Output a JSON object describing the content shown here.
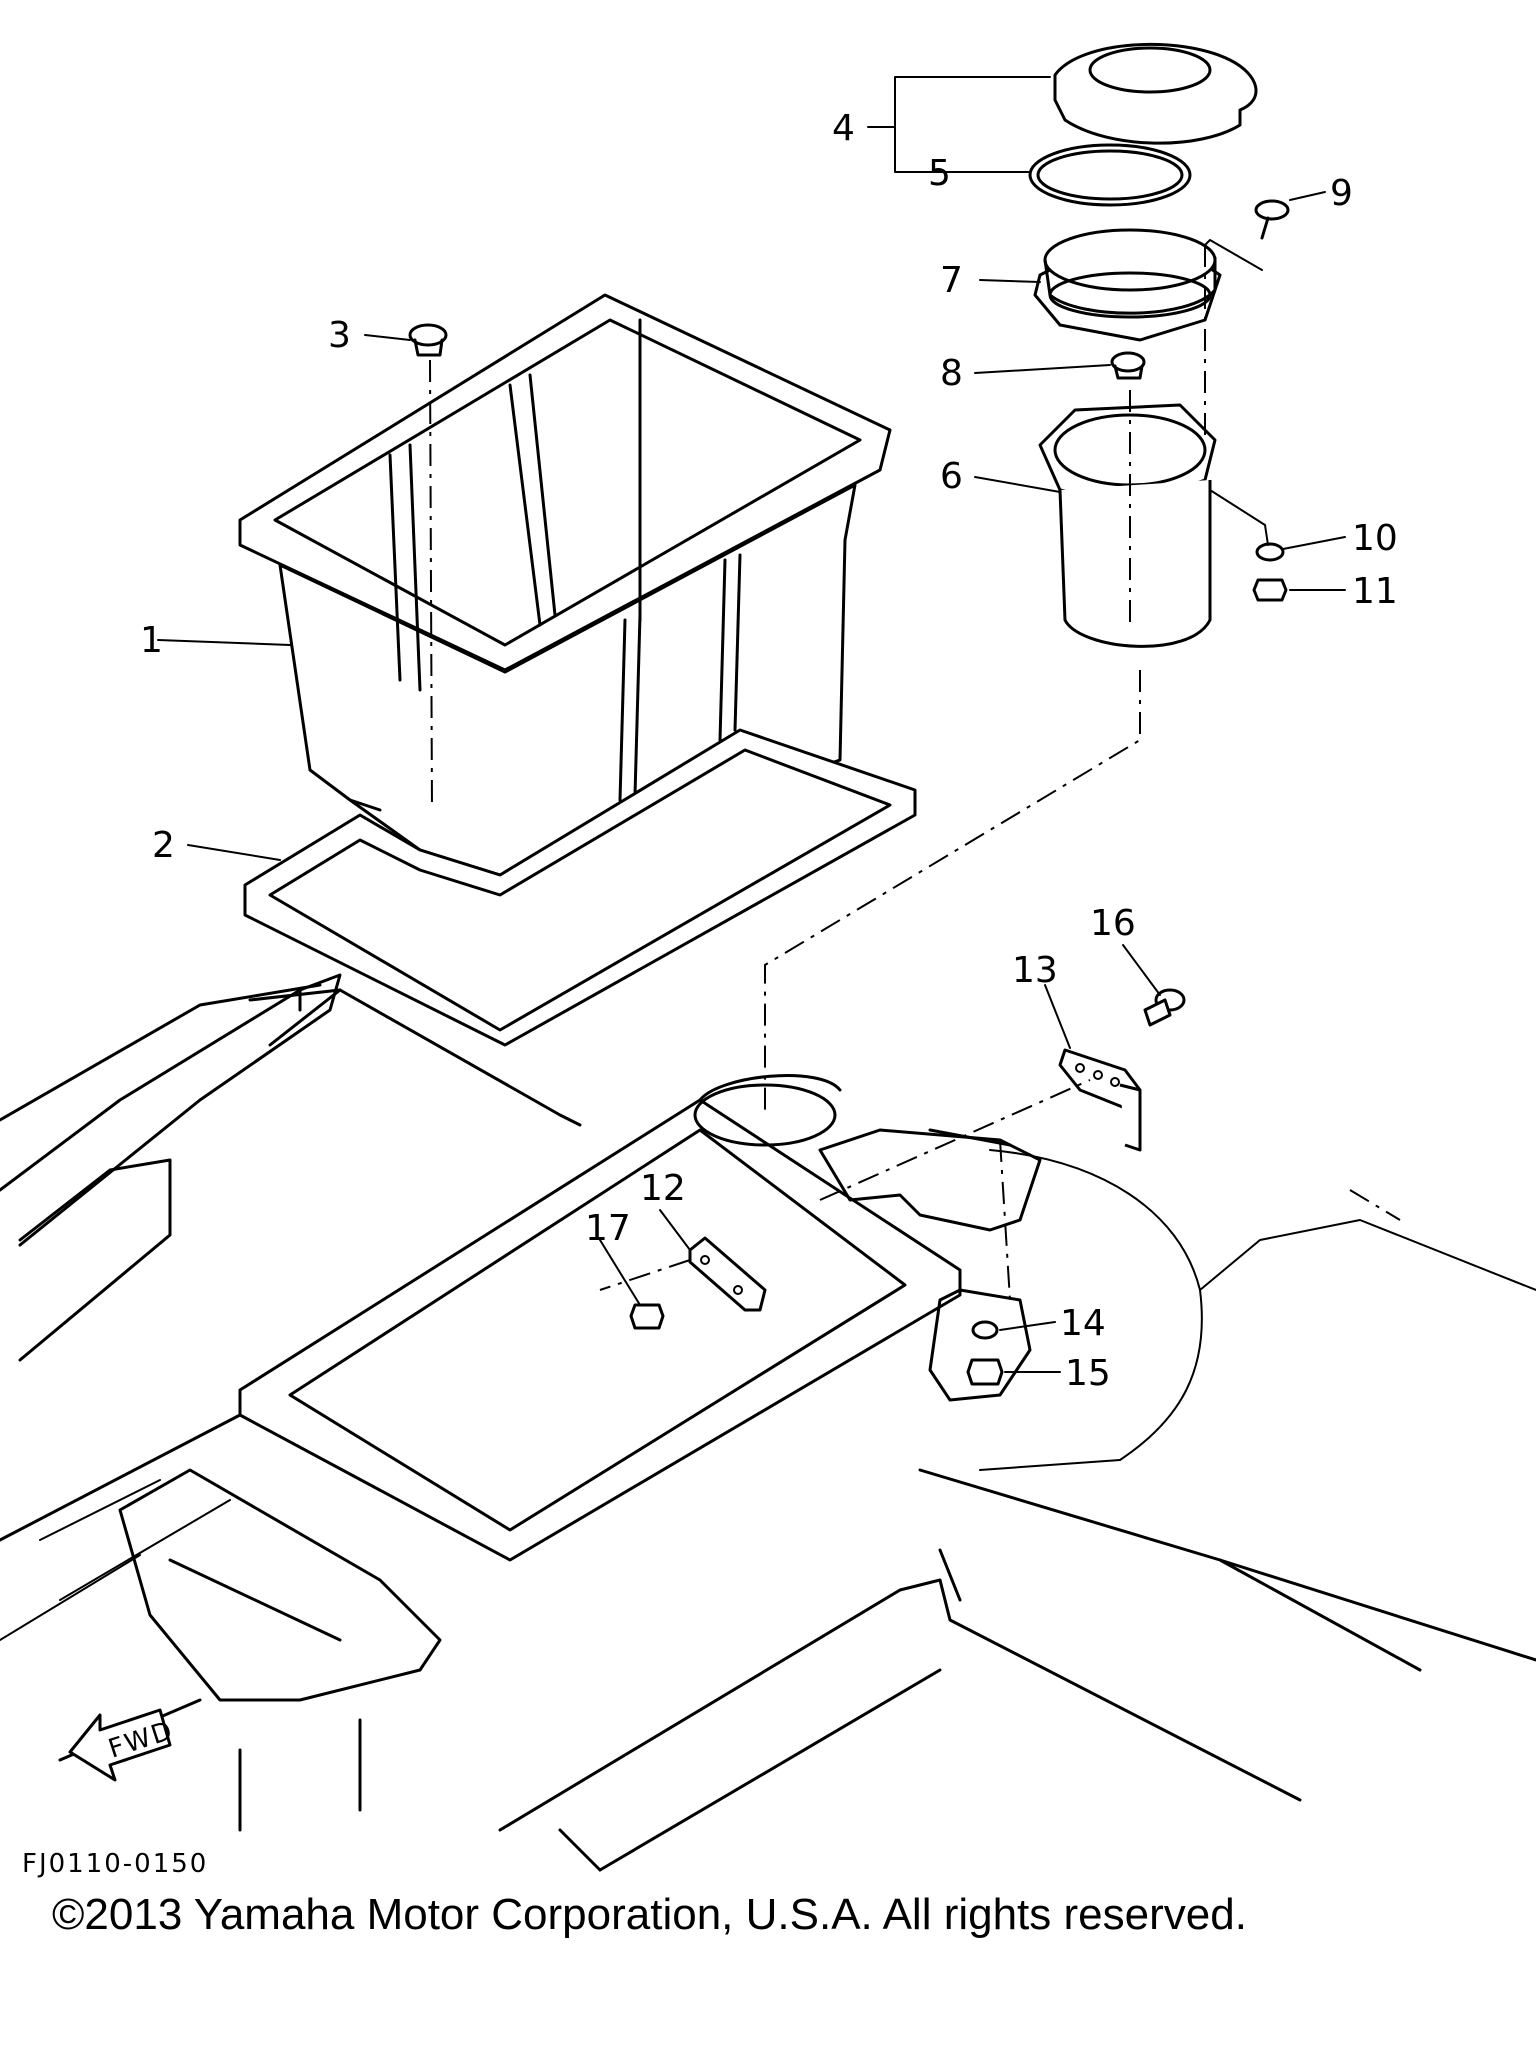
{
  "diagram": {
    "callouts": [
      {
        "id": "1",
        "label": "1"
      },
      {
        "id": "2",
        "label": "2"
      },
      {
        "id": "3",
        "label": "3"
      },
      {
        "id": "4",
        "label": "4"
      },
      {
        "id": "5",
        "label": "5"
      },
      {
        "id": "6",
        "label": "6"
      },
      {
        "id": "7",
        "label": "7"
      },
      {
        "id": "8",
        "label": "8"
      },
      {
        "id": "9",
        "label": "9"
      },
      {
        "id": "10",
        "label": "10"
      },
      {
        "id": "11",
        "label": "11"
      },
      {
        "id": "12",
        "label": "12"
      },
      {
        "id": "13",
        "label": "13"
      },
      {
        "id": "14",
        "label": "14"
      },
      {
        "id": "15",
        "label": "15"
      },
      {
        "id": "16",
        "label": "16"
      },
      {
        "id": "17",
        "label": "17"
      }
    ],
    "fwd_label": "FWD",
    "figure_code": "FJ0110-0150"
  },
  "footer": {
    "copyright": "©2013 Yamaha Motor Corporation, U.S.A. All rights reserved."
  }
}
